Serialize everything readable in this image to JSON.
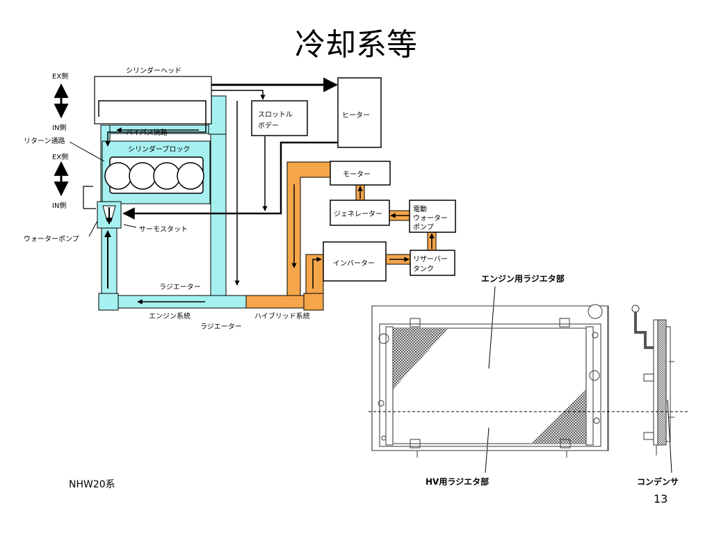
{
  "slide": {
    "title": "冷却系等",
    "footer_left": "NHW20系",
    "page_number": "13"
  },
  "colors": {
    "engine_coolant": "#a6f0f0",
    "hybrid_coolant": "#f5a64a",
    "line": "#000000"
  },
  "engine_diagram": {
    "ex_side_top": "EX側",
    "in_side_top": "IN側",
    "ex_side_bottom": "EX側",
    "in_side_bottom": "IN側",
    "return_passage": "リターン通路",
    "cylinder_head": "シリンダーヘッド",
    "bypass_passage": "バイパス流路",
    "cylinder_block": "シリンダーブロック",
    "throttle_body_line1": "スロットル",
    "throttle_body_line2": "ボデー",
    "heater": "ヒーター",
    "water_pump": "ウォーターポンプ",
    "thermostat": "サーモスタット",
    "radiator_top": "ラジエーター",
    "engine_system": "エンジン系統",
    "hybrid_system": "ハイブリッド系統",
    "radiator_bottom": "ラジエーター"
  },
  "hybrid_diagram": {
    "motor": "モーター",
    "generator": "ジェネレーター",
    "electric_pump_line1": "電動",
    "electric_pump_line2": "ウォーター",
    "electric_pump_line3": "ポンプ",
    "inverter": "インバーター",
    "reservoir_line1": "リザーバー",
    "reservoir_line2": "タンク"
  },
  "radiator_figure": {
    "engine_radiator_label": "エンジン用ラジエタ部",
    "hv_radiator_label": "HV用ラジエタ部",
    "condenser_label": "コンデンサ"
  }
}
